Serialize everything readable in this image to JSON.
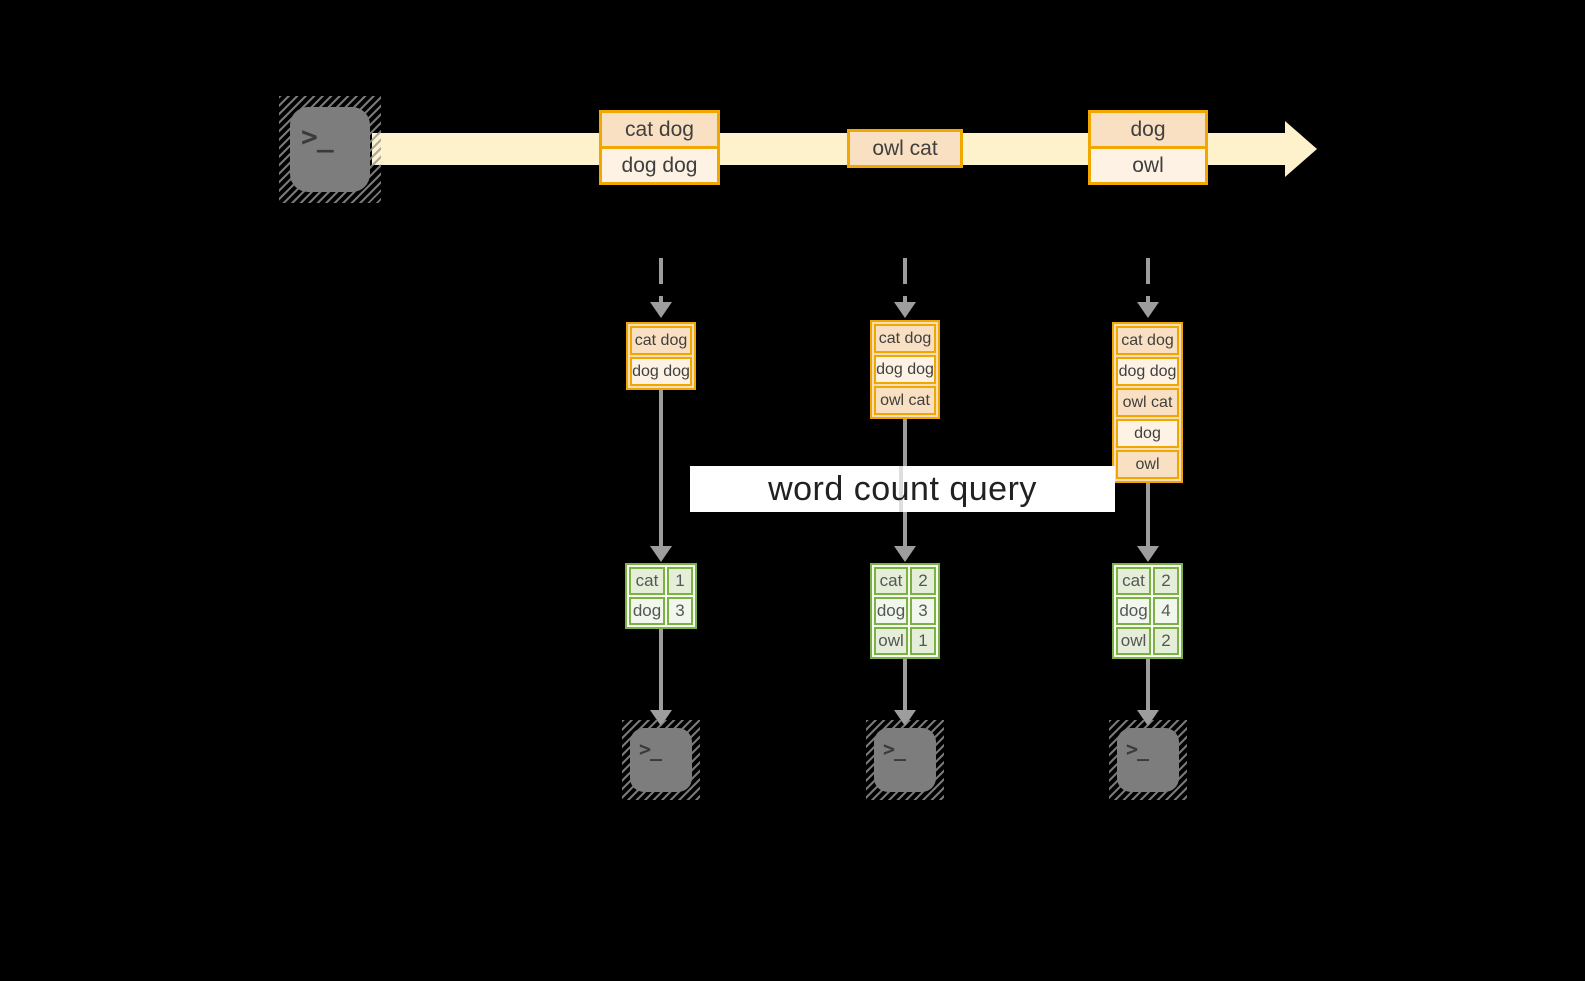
{
  "query": {
    "label": "word count query"
  },
  "icons": {
    "terminal_prompt": ">_"
  },
  "stream": {
    "messages": [
      {
        "lines": [
          "cat dog",
          "dog dog"
        ]
      },
      {
        "lines": [
          "owl cat"
        ]
      },
      {
        "lines": [
          "dog",
          "owl"
        ]
      }
    ]
  },
  "consumers": [
    {
      "buffer": [
        "cat dog",
        "dog dog"
      ],
      "counts": [
        {
          "word": "cat",
          "value": "1"
        },
        {
          "word": "dog",
          "value": "3"
        }
      ]
    },
    {
      "buffer": [
        "cat dog",
        "dog dog",
        "owl cat"
      ],
      "counts": [
        {
          "word": "cat",
          "value": "2"
        },
        {
          "word": "dog",
          "value": "3"
        },
        {
          "word": "owl",
          "value": "1"
        }
      ]
    },
    {
      "buffer": [
        "cat dog",
        "dog dog",
        "owl cat",
        "dog",
        "owl"
      ],
      "counts": [
        {
          "word": "cat",
          "value": "2"
        },
        {
          "word": "dog",
          "value": "4"
        },
        {
          "word": "owl",
          "value": "2"
        }
      ]
    }
  ],
  "colors": {
    "stream_arrow": "#fdf2cb",
    "orange_border": "#f0a800",
    "peach_fill": "#f9e0c2",
    "cream_fill": "#fdf2e3",
    "green_border": "#7cb143",
    "green_fill_dark": "#e4eed8",
    "green_fill_light": "#f2f7ed",
    "connector_gray": "#9d9d9d",
    "terminal_gray": "#7d7d7d",
    "query_bg": "#ffffff"
  }
}
